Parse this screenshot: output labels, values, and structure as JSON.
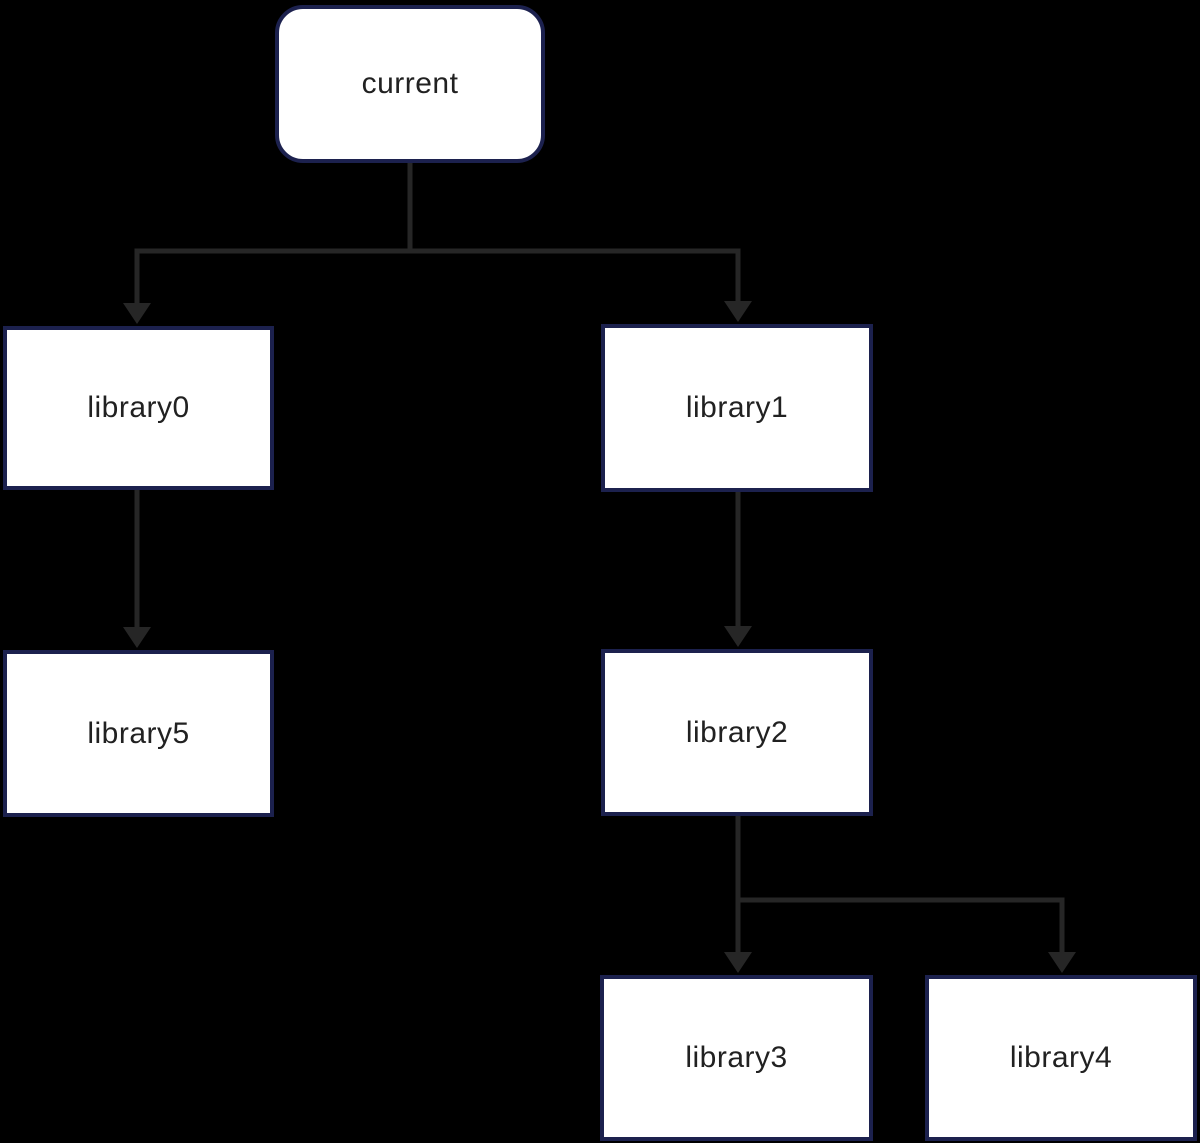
{
  "diagram": {
    "type": "flowchart-tree",
    "background_color": "#000000",
    "node_fill_color": "#ffffff",
    "node_border_color": "#1c214e",
    "edge_color": "#262626",
    "text_color": "#212121",
    "nodes": [
      {
        "id": "current",
        "label": "current",
        "shape": "rounded-rectangle"
      },
      {
        "id": "library0",
        "label": "library0",
        "shape": "rectangle"
      },
      {
        "id": "library1",
        "label": "library1",
        "shape": "rectangle"
      },
      {
        "id": "library5",
        "label": "library5",
        "shape": "rectangle"
      },
      {
        "id": "library2",
        "label": "library2",
        "shape": "rectangle"
      },
      {
        "id": "library3",
        "label": "library3",
        "shape": "rectangle"
      },
      {
        "id": "library4",
        "label": "library4",
        "shape": "rectangle"
      }
    ],
    "edges": [
      {
        "from": "current",
        "to": "library0"
      },
      {
        "from": "current",
        "to": "library1"
      },
      {
        "from": "library0",
        "to": "library5"
      },
      {
        "from": "library1",
        "to": "library2"
      },
      {
        "from": "library2",
        "to": "library3"
      },
      {
        "from": "library2",
        "to": "library4"
      }
    ]
  }
}
